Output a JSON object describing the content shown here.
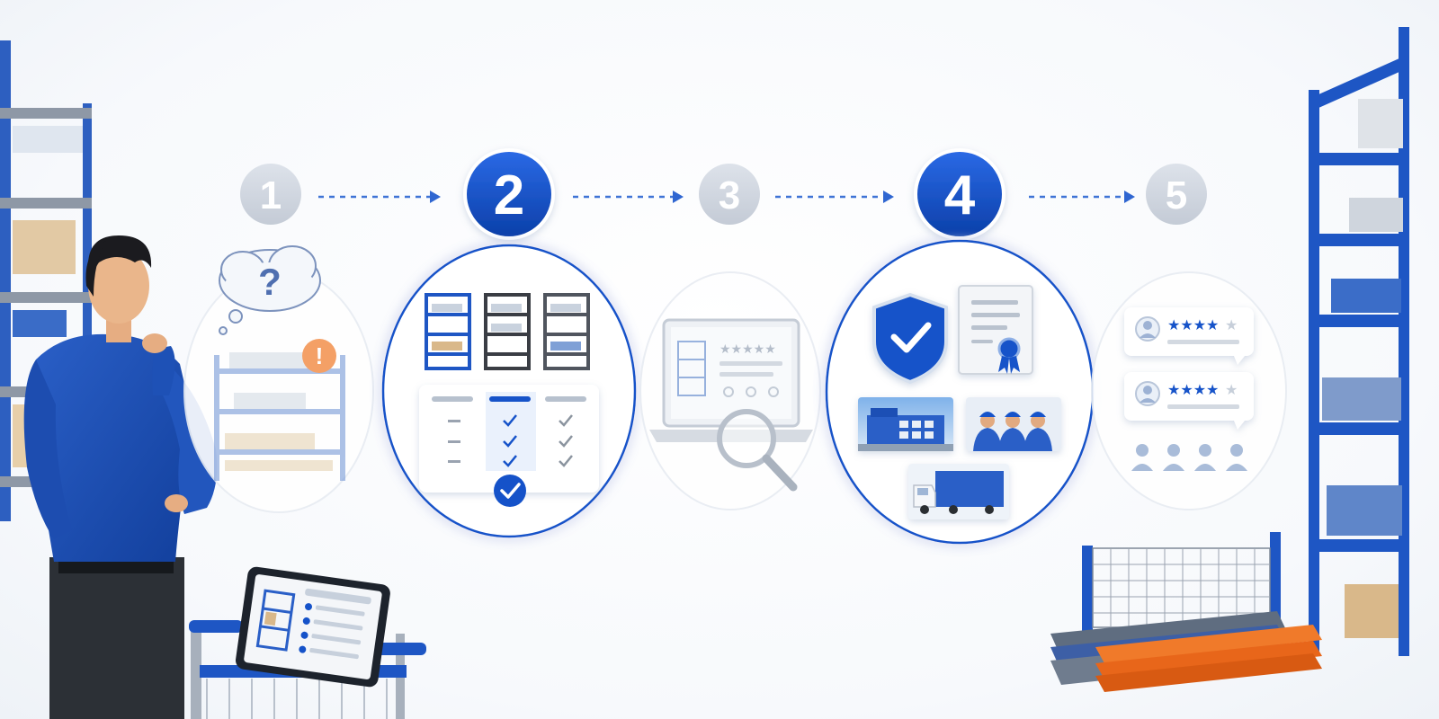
{
  "process": {
    "steps": [
      {
        "number": "1",
        "highlighted": false,
        "illustration": "question-cloud-and-rack"
      },
      {
        "number": "2",
        "highlighted": true,
        "illustration": "rack-comparison-table"
      },
      {
        "number": "3",
        "highlighted": false,
        "illustration": "laptop-review-search"
      },
      {
        "number": "4",
        "highlighted": true,
        "illustration": "certification-facility-team-truck"
      },
      {
        "number": "5",
        "highlighted": false,
        "illustration": "customer-reviews"
      }
    ],
    "step1": {
      "question_mark": "?",
      "alert_mark": "!"
    }
  },
  "colors": {
    "primary_blue": "#1552c9",
    "dark_blue": "#0b3fa8",
    "inactive_gray": "#cfd5de",
    "arrow_blue": "#3f74d6",
    "orange": "#e8661a",
    "alert_orange": "#f4a066"
  }
}
